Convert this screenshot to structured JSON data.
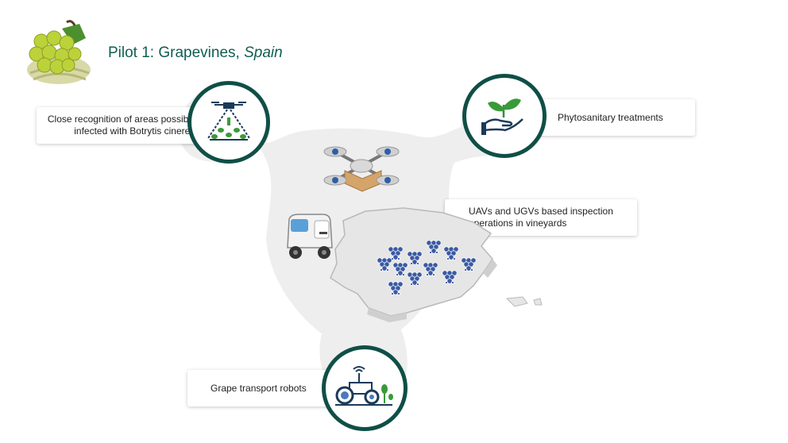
{
  "title": {
    "main": "Pilot 1: Grapevines, ",
    "place": "Spain"
  },
  "cards": {
    "botrytis": {
      "line1": "Close recognition of areas possibly",
      "line2": "infected with Botrytis cinerea"
    },
    "phyto": {
      "line1": "Phytosanitary treatments"
    },
    "inspection": {
      "line1": "UAVs and UGVs based inspection",
      "line2": "operations in vineyards"
    },
    "transport": {
      "line1": "Grape transport robots"
    }
  },
  "icons": {
    "logo": "grapes-icon",
    "botrytis": "drone-scanning-plants-icon",
    "phyto": "hand-with-sprout-icon",
    "transport": "field-robot-icon",
    "drone": "quadcopter-drone-icon",
    "ugv": "ground-robot-vehicle-icon",
    "map": "spain-map-icon",
    "grape_cluster": "grape-cluster-icon"
  },
  "colors": {
    "accent": "#0f5e52",
    "ring": "#0f4f47",
    "leaf": "#3a9a3a",
    "grape": "#3b5aa3"
  }
}
